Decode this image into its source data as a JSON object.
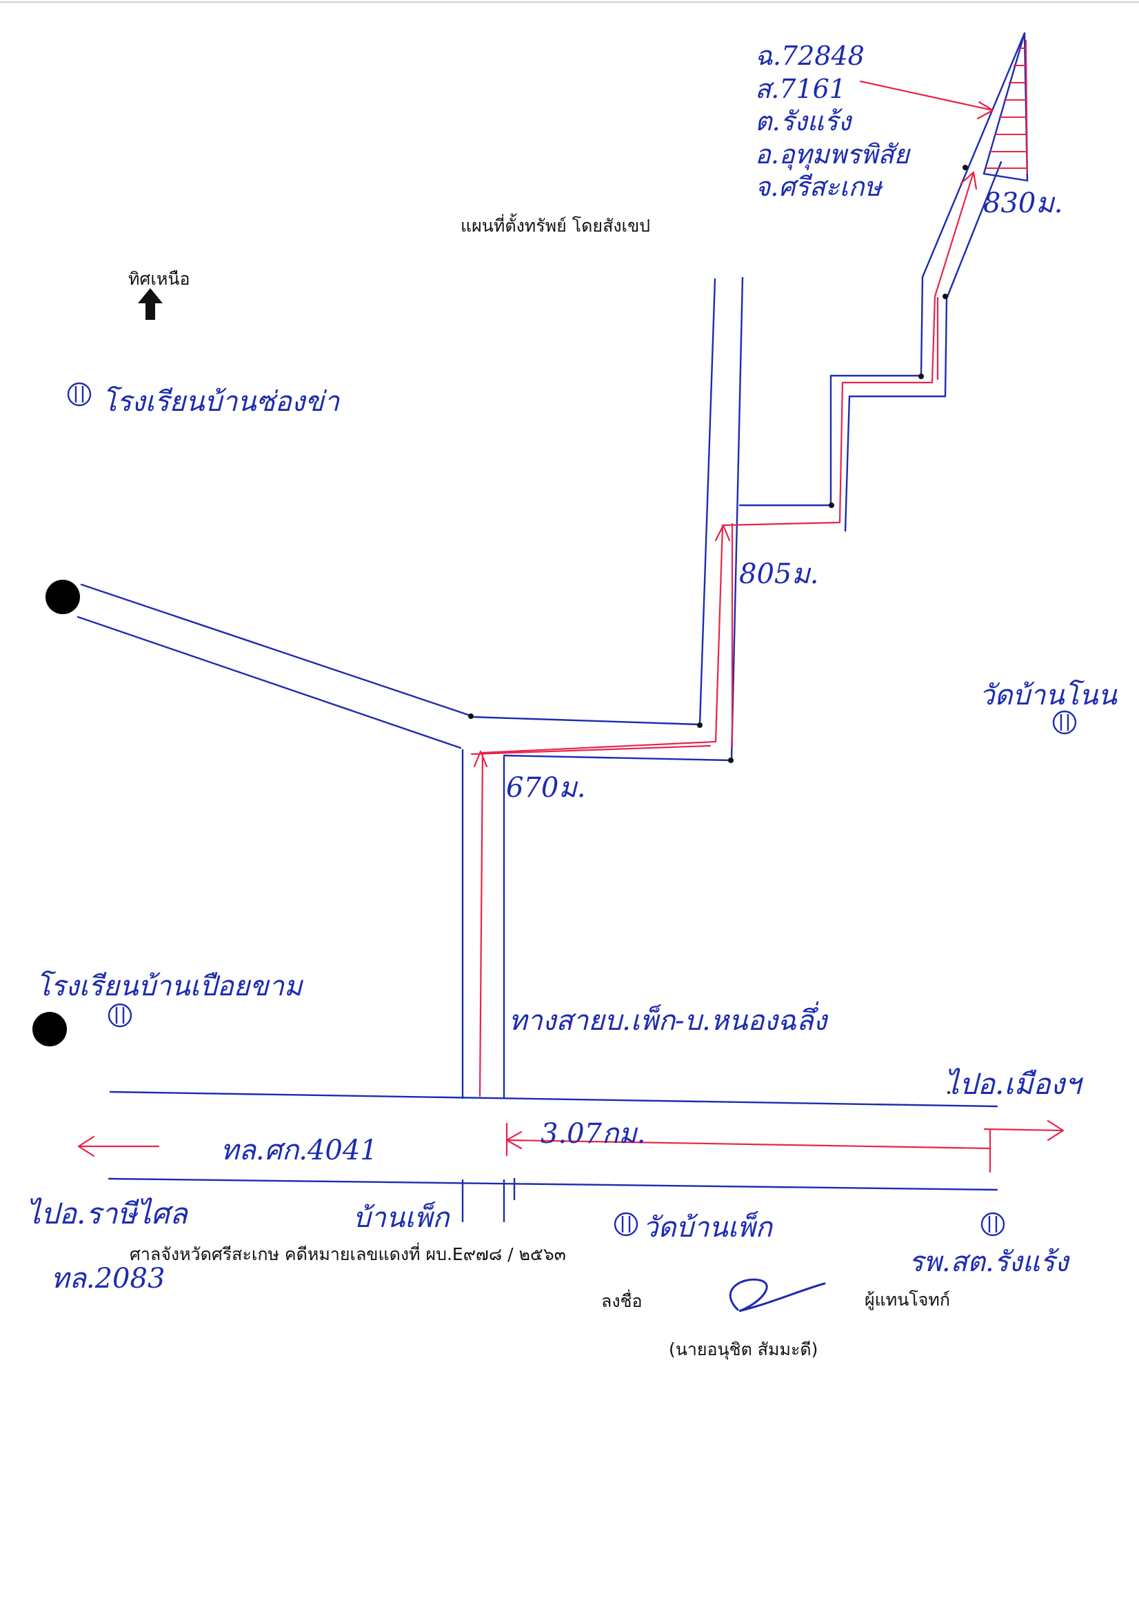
{
  "title": "แผนที่ตั้งทรัพย์ โดยสังเขป",
  "north_label": "ทิศเหนือ",
  "colors": {
    "ink_blue": "#1c2bb0",
    "ink_red": "#e8244a",
    "print_black": "#111111"
  },
  "parcel": {
    "lines": [
      "ฉ.72848",
      "ส.7161",
      "ต.รังแร้ง",
      "อ.อุทุมพรพิสัย",
      "จ.ศรีสะเกษ"
    ]
  },
  "distances": {
    "segment_3": "830ม.",
    "segment_2": "805ม.",
    "segment_1": "670ม.",
    "main_road": "3.07กม."
  },
  "landmarks": {
    "school_north": "โรงเรียนบ้านซ่องข่า",
    "temple_east": "วัดบ้านโนน",
    "school_west": "โรงเรียนบ้านเปือยขาม",
    "road_name": "ทางสายบ.เพ็ก-บ.หนองฉลึ่ง",
    "to_east": "ไปอ.เมืองฯ",
    "highway": "ทล.ศก.4041",
    "to_west": "ไปอ.ราษีไศล",
    "highway_west": "ทล.2083",
    "village": "บ้านเพ็ก",
    "temple_south": "วัดบ้านเพ็ก",
    "school_south": "รพ.สต.รังแร้ง"
  },
  "footer": {
    "court_line": "ศาลจังหวัดศรีสะเกษ  คดีหมายเลขแดงที่ ผบ.E๙๗๘ / ๒๕๖๓",
    "sign_label": "ลงชื่อ",
    "role": "ผู้แทนโจทก์",
    "name": "(นายอนุชิต  สัมมะดี)"
  }
}
